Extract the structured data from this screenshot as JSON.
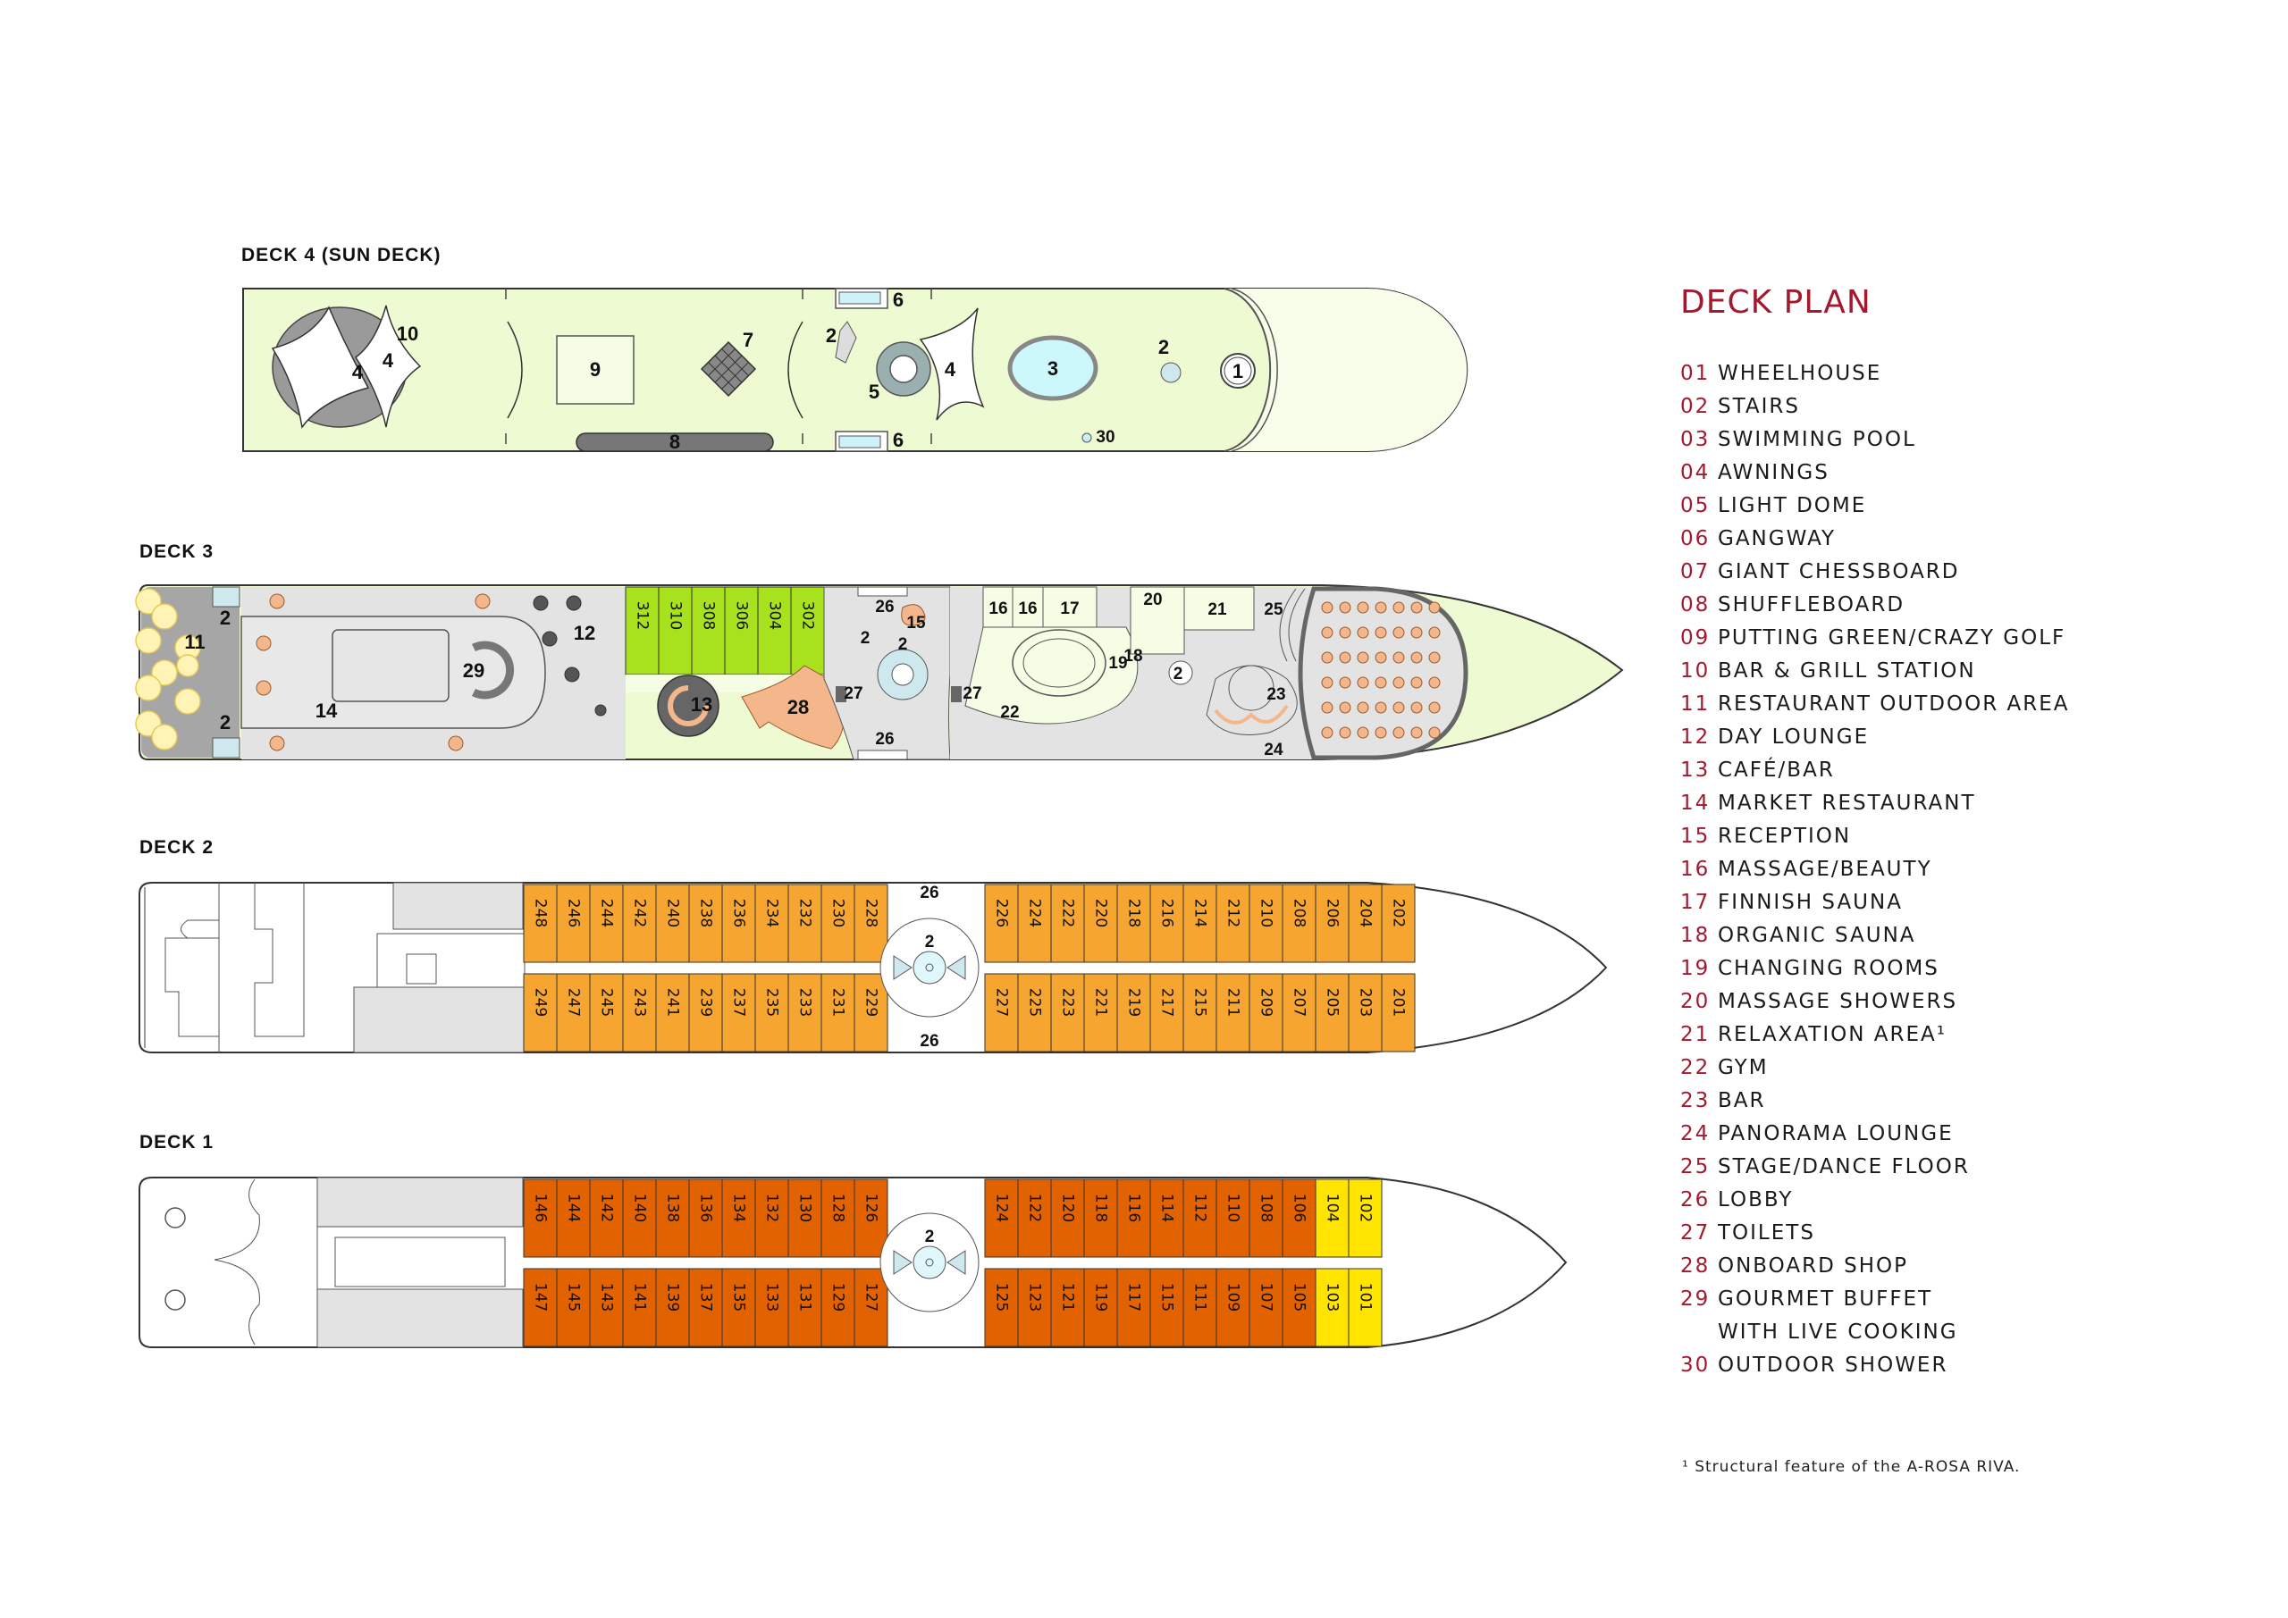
{
  "decks": {
    "deck4": {
      "title": "DECK 4 (SUN DECK)"
    },
    "deck3": {
      "title": "DECK 3"
    },
    "deck2": {
      "title": "DECK 2"
    },
    "deck1": {
      "title": "DECK 1"
    }
  },
  "deck4_labels": {
    "awning_left": "4",
    "bar_grill": "10",
    "awning_mid": "4",
    "putting_green": "9",
    "chessboard": "7",
    "shuffleboard": "8",
    "stairs_a": "2",
    "light_dome": "5",
    "gangway_top": "6",
    "gangway_bottom": "6",
    "awning_right": "4",
    "pool": "3",
    "stairs_b": "2",
    "wheelhouse": "1",
    "outdoor_shower": "30"
  },
  "deck3_labels": {
    "restaurant_outdoor": "11",
    "stairs_top": "2",
    "stairs_bottom": "2",
    "market_restaurant": "14",
    "gourmet_buffet": "29",
    "day_lounge": "12",
    "cafe_bar": "13",
    "onboard_shop": "28",
    "lobby_top": "26",
    "lobby_bottom": "26",
    "reception": "15",
    "stairs_c": "2",
    "stairs_d": "2",
    "toilets_left": "27",
    "toilets_right": "27",
    "massage_1": "16",
    "massage_2": "16",
    "finnish_sauna": "17",
    "organic_sauna": "18",
    "changing_rooms": "19",
    "massage_showers": "20",
    "relaxation": "21",
    "gym": "22",
    "bar": "23",
    "panorama_lounge": "24",
    "stage": "25",
    "stairs_e": "2"
  },
  "deck3_cabins": [
    "312",
    "310",
    "308",
    "306",
    "304",
    "302"
  ],
  "deck2_labels": {
    "lobby_top": "26",
    "lobby_bottom": "26",
    "stairs": "2"
  },
  "deck2_cabins": {
    "aft_top": [
      "248",
      "246",
      "244",
      "242",
      "240",
      "238",
      "236",
      "234",
      "232",
      "230",
      "228"
    ],
    "aft_bottom": [
      "249",
      "247",
      "245",
      "243",
      "241",
      "239",
      "237",
      "235",
      "233",
      "231",
      "229"
    ],
    "fwd_top": [
      "226",
      "224",
      "222",
      "220",
      "218",
      "216",
      "214",
      "212",
      "210",
      "208",
      "206",
      "204",
      "202"
    ],
    "fwd_bottom": [
      "227",
      "225",
      "223",
      "221",
      "219",
      "217",
      "215",
      "211",
      "209",
      "207",
      "205",
      "203",
      "201"
    ]
  },
  "deck1_labels": {
    "stairs": "2"
  },
  "deck1_cabins": {
    "aft_top": [
      "146",
      "144",
      "142",
      "140",
      "138",
      "136",
      "134",
      "132",
      "130",
      "128",
      "126"
    ],
    "aft_bottom": [
      "147",
      "145",
      "143",
      "141",
      "139",
      "137",
      "135",
      "133",
      "131",
      "129",
      "127"
    ],
    "fwd_top": [
      "124",
      "122",
      "120",
      "118",
      "116",
      "114",
      "112",
      "110",
      "108",
      "106"
    ],
    "fwd_bottom": [
      "125",
      "123",
      "121",
      "119",
      "117",
      "115",
      "111",
      "109",
      "107",
      "105"
    ],
    "bow_top": [
      "104",
      "102"
    ],
    "bow_bottom": [
      "103",
      "101"
    ]
  },
  "colors": {
    "sun_deck": "#eefad2",
    "deck3_cabin": "#a8e21e",
    "deck2_cabin": "#f7a531",
    "deck1_cabin": "#e36200",
    "deck1_bow_cabin": "#ffe400",
    "public_grey": "#e3e3e3",
    "furniture": "#f3b78b",
    "accent": "#a3192e"
  },
  "legend": {
    "title": "DECK PLAN",
    "items": [
      {
        "num": "01",
        "label": "WHEELHOUSE"
      },
      {
        "num": "02",
        "label": "STAIRS"
      },
      {
        "num": "03",
        "label": "SWIMMING POOL"
      },
      {
        "num": "04",
        "label": "AWNINGS"
      },
      {
        "num": "05",
        "label": "LIGHT DOME"
      },
      {
        "num": "06",
        "label": "GANGWAY"
      },
      {
        "num": "07",
        "label": "GIANT CHESSBOARD"
      },
      {
        "num": "08",
        "label": "SHUFFLEBOARD"
      },
      {
        "num": "09",
        "label": "PUTTING GREEN/CRAZY GOLF"
      },
      {
        "num": "10",
        "label": "BAR & GRILL STATION"
      },
      {
        "num": "11",
        "label": "RESTAURANT OUTDOOR AREA"
      },
      {
        "num": "12",
        "label": "DAY LOUNGE"
      },
      {
        "num": "13",
        "label": "CAFÉ/BAR"
      },
      {
        "num": "14",
        "label": "MARKET RESTAURANT"
      },
      {
        "num": "15",
        "label": "RECEPTION"
      },
      {
        "num": "16",
        "label": "MASSAGE/BEAUTY"
      },
      {
        "num": "17",
        "label": "FINNISH SAUNA"
      },
      {
        "num": "18",
        "label": "ORGANIC SAUNA"
      },
      {
        "num": "19",
        "label": "CHANGING ROOMS"
      },
      {
        "num": "20",
        "label": "MASSAGE SHOWERS"
      },
      {
        "num": "21",
        "label": "RELAXATION AREA¹"
      },
      {
        "num": "22",
        "label": "GYM"
      },
      {
        "num": "23",
        "label": "BAR"
      },
      {
        "num": "24",
        "label": "PANORAMA LOUNGE"
      },
      {
        "num": "25",
        "label": "STAGE/DANCE FLOOR"
      },
      {
        "num": "26",
        "label": "LOBBY"
      },
      {
        "num": "27",
        "label": "TOILETS"
      },
      {
        "num": "28",
        "label": "ONBOARD SHOP"
      },
      {
        "num": "29",
        "label": "GOURMET BUFFET"
      },
      {
        "num": "",
        "label": "WITH LIVE COOKING"
      },
      {
        "num": "30",
        "label": "OUTDOOR SHOWER"
      }
    ]
  },
  "footnote": "¹ Structural feature of the A-ROSA RIVA."
}
